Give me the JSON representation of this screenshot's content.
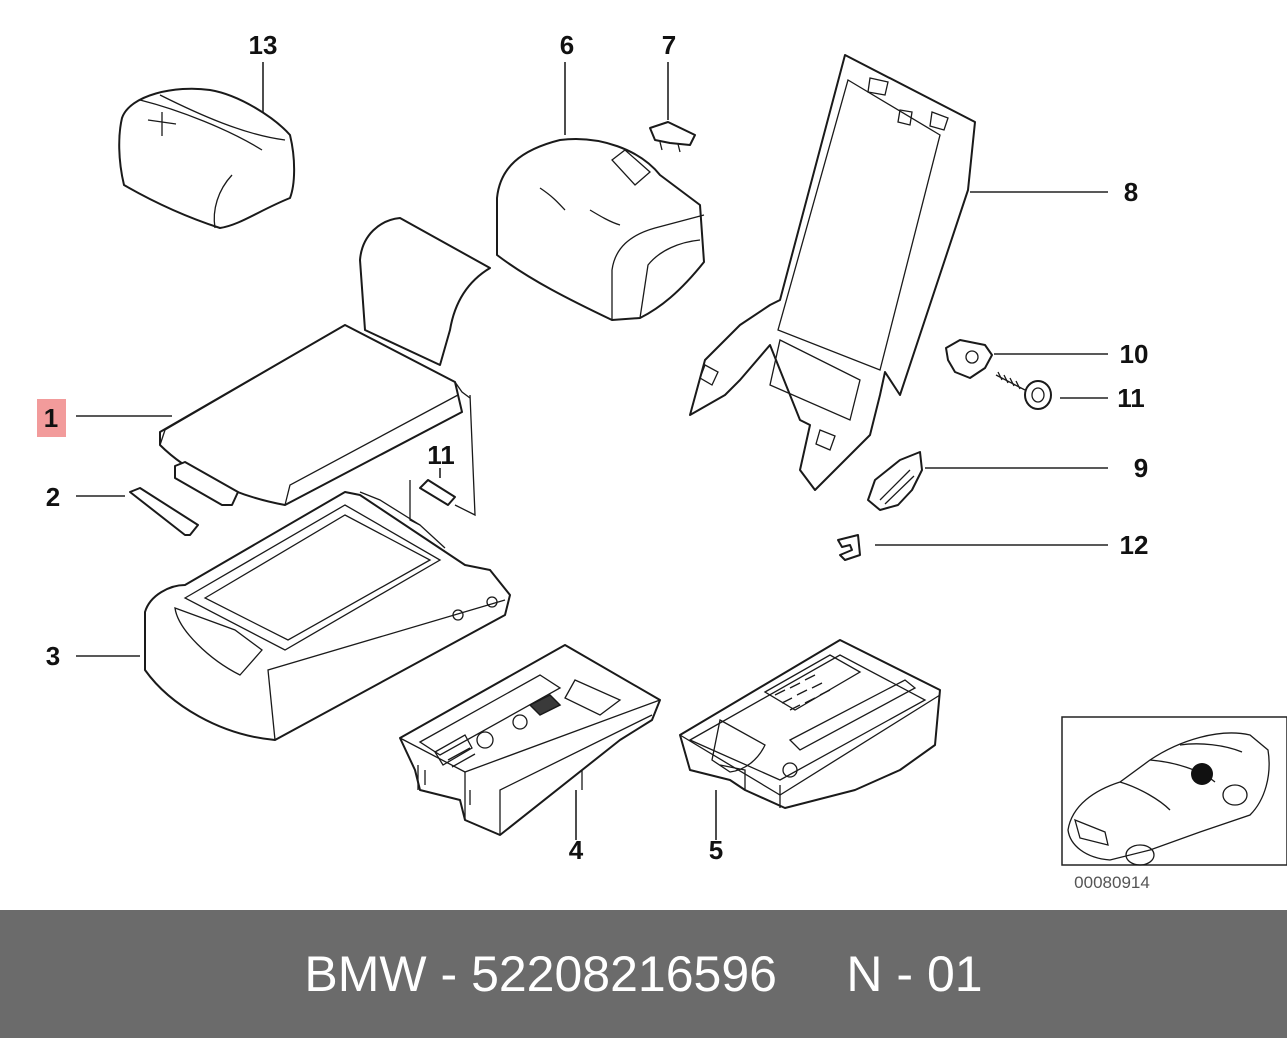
{
  "callouts": {
    "c1": "1",
    "c2": "2",
    "c3": "3",
    "c4": "4",
    "c5": "5",
    "c6": "6",
    "c7": "7",
    "c8": "8",
    "c9": "9",
    "c10": "10",
    "c11a": "11",
    "c11b": "11",
    "c12": "12",
    "c13": "13"
  },
  "highlighted_callout": "1",
  "highlight_color": "#f29b9b",
  "reference_code": "00080914",
  "footer": {
    "brand": "BMW",
    "separator": "-",
    "part_number": "52208216596",
    "position": "N - 01",
    "background": "#6b6b6b"
  }
}
